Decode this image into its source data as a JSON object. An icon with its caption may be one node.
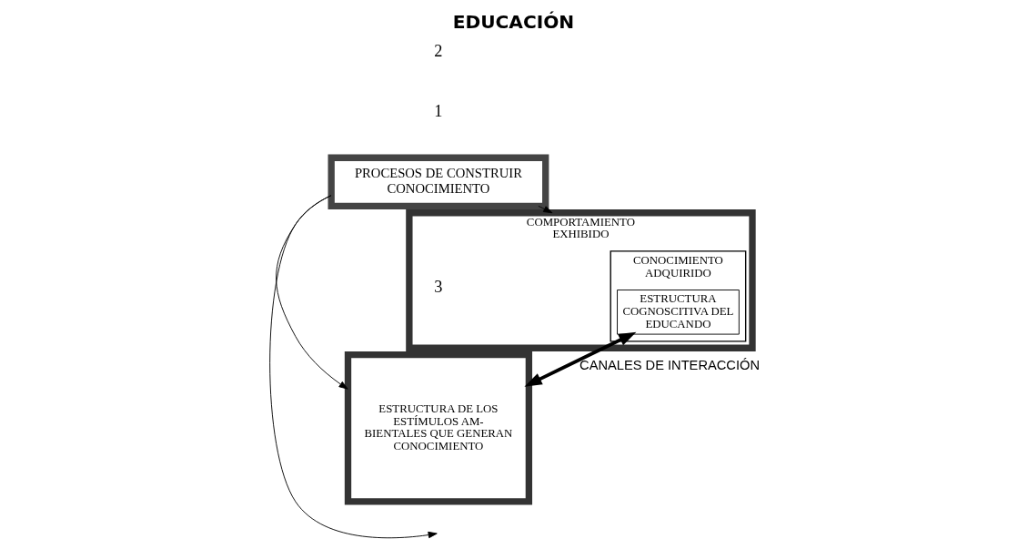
{
  "diagram": {
    "title": "EDUCACIÓN",
    "nodes": [
      {
        "text": [
          "PROCESOS DE CONSTRUIR CONOCIMIENTO"
        ]
      },
      {
        "text": [
          "ESTRUCTURA DE LOS ESTÍMULOS AM- BIENTALES QUE GENERAN CONOCIMIENTO"
        ]
      },
      {
        "text": [
          "COMPORTAMIENTO",
          "EXHIBIDO"
        ]
      },
      {
        "text": [
          "CONOCIMIENTO",
          "ADQUIRIDO"
        ],
        "in": 2
      },
      {
        "text": [
          "ESTRUCTURA COGNOSCITIVA DEL EDUCANDO"
        ],
        "in": 3
      }
    ],
    "edges": [
      {
        "from": 0,
        "to": 1,
        "arrow": "to"
      },
      {
        "from": 0,
        "to": null,
        "arrow": "to"
      },
      {
        "from": 0,
        "to": 2,
        "arrow": "to"
      },
      {
        "from": 1,
        "to": 4,
        "arrow": "both",
        "label": "CANALES DE INTERACCIÓN",
        "style": "thick"
      }
    ],
    "labels": [
      "1",
      "2",
      "3"
    ]
  }
}
